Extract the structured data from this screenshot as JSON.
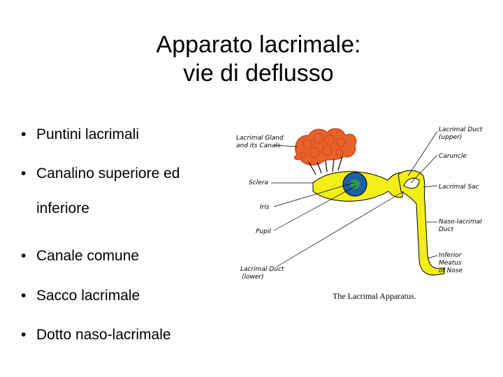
{
  "title": {
    "line1": "Apparato lacrimale:",
    "line2": "vie di deflusso"
  },
  "bullet_symbol": "•",
  "bullets": [
    "Puntini lacrimali",
    "Canalino superiore ed",
    "inferiore",
    "Canale comune",
    "Sacco lacrimale",
    "Dotto naso-lacrimale"
  ],
  "diagram": {
    "labels": {
      "lacrimal_gland_1": "Lacrimal Gland",
      "lacrimal_gland_2": "and its Canals",
      "sclera": "Sclera",
      "iris": "Iris",
      "pupil": "Pupil",
      "duct_lower_1": "Lacrimal Duct",
      "duct_lower_2": "(lower)",
      "duct_upper_1": "Lacrimal Duct",
      "duct_upper_2": "(upper)",
      "caruncle": "Caruncle",
      "lacrimal_sac": "Lacrimal Sac",
      "nasolacrimal_1": "Naso-lacrimal",
      "nasolacrimal_2": "Duct",
      "inferior_1": "Inferior",
      "inferior_2": "Meatus",
      "inferior_3": "of Nose"
    },
    "caption": "The Lacrimal Apparatus.",
    "colors": {
      "gland": "#e8622a",
      "gland_outline": "#c0401a",
      "eye": "#f2ee1a",
      "iris": "#1f5fa8",
      "pupil": "#2a9a4a",
      "line": "#000000"
    }
  }
}
